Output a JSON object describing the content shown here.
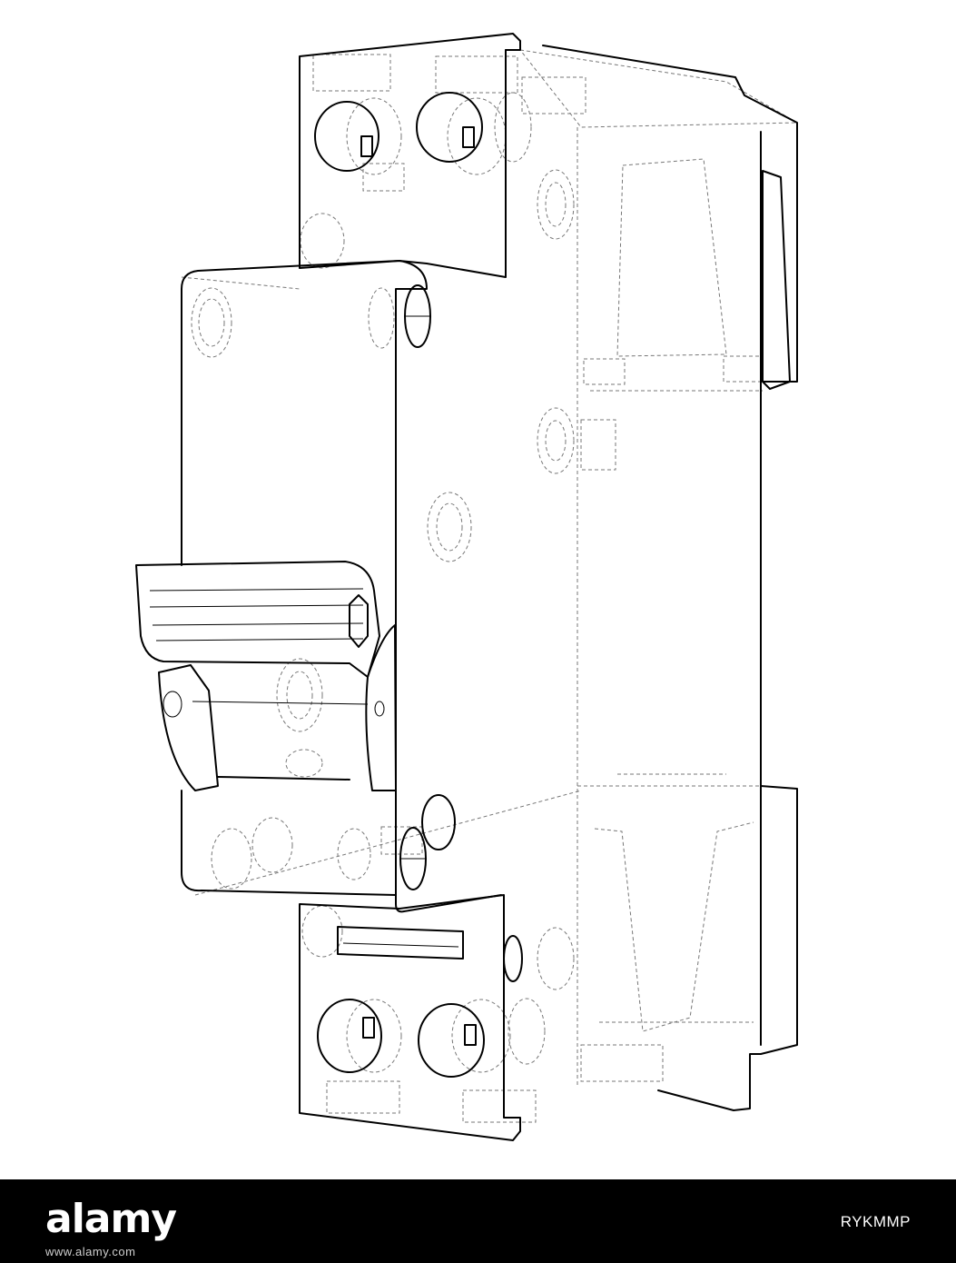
{
  "footer": {
    "brand": "alamy",
    "url": "www.alamy.com",
    "image_id": "RYKMMP"
  },
  "colors": {
    "background": "#ffffff",
    "line": "#000000",
    "hidden_line": "#777777",
    "footer_bg": "#000000",
    "footer_text": "#ffffff"
  }
}
